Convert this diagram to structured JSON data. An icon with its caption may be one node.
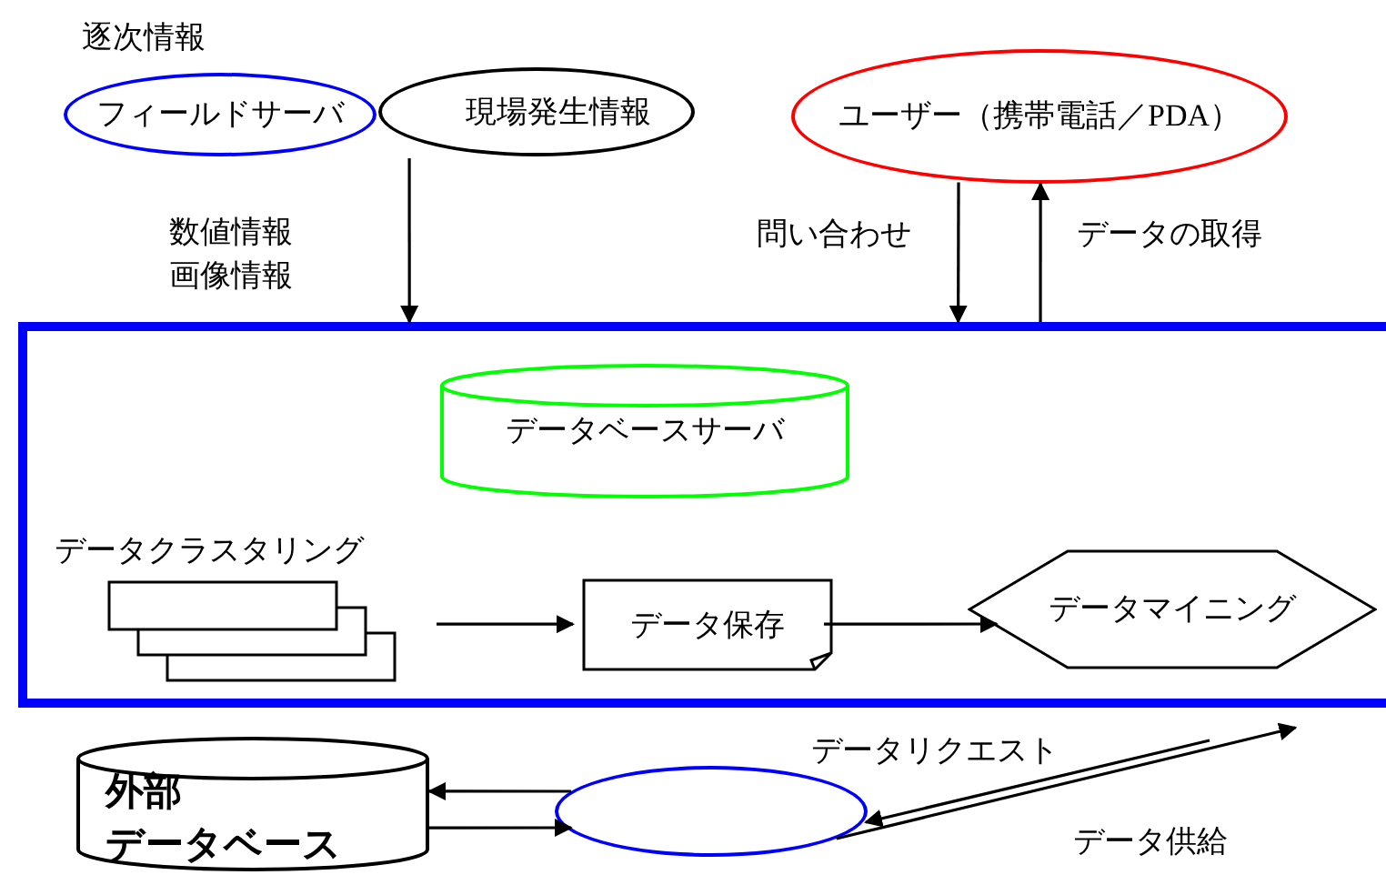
{
  "diagram": {
    "nodes": [
      {
        "text": [],
        "shape": "box"
      },
      {
        "text": [
          "フィールドサーバ"
        ],
        "beside": [
          "逐次情報"
        ]
      },
      {
        "text": [
          "現場発生情報"
        ]
      },
      {
        "text": [
          "ユーザー（携帯電話／PDA）"
        ]
      },
      {
        "text": [
          "データベースサーバ"
        ],
        "in": 0
      },
      {
        "text": [
          "データクラスタリング"
        ],
        "in": 0
      },
      {
        "text": [
          "データ保存"
        ],
        "in": 0
      },
      {
        "text": [
          "データマイニング"
        ],
        "in": 0
      },
      {
        "text": [
          "外部",
          "データベース"
        ]
      },
      {
        "text": [],
        "shape": "ellipse"
      }
    ],
    "edges": [
      {
        "from": 2,
        "to": 0,
        "arrow": "to"
      },
      {
        "from": 3,
        "to": 0,
        "arrow": "to",
        "label": "問い合わせ"
      },
      {
        "from": 0,
        "to": 3,
        "arrow": "to",
        "label": "データの取得"
      },
      {
        "from": 5,
        "to": 6,
        "arrow": "to"
      },
      {
        "from": 6,
        "to": 7,
        "arrow": "to"
      },
      {
        "from": 9,
        "to": 8,
        "arrow": "to"
      },
      {
        "from": 8,
        "to": 9,
        "arrow": "to"
      },
      {
        "from": null,
        "to": 9,
        "arrow": "to",
        "label": "データリクエスト"
      },
      {
        "from": 9,
        "to": 0,
        "arrow": "to",
        "label": "データ供給"
      }
    ],
    "labels": [
      "数値情報",
      "画像情報"
    ]
  }
}
